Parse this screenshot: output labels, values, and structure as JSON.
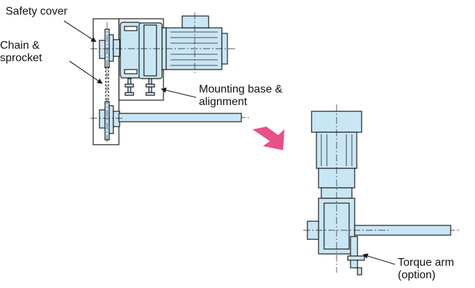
{
  "labels": {
    "safety_cover": "Safety cover",
    "chain_sprocket_line1": "Chain &",
    "chain_sprocket_line2": "sprocket",
    "mounting_base_line1": "Mounting base &",
    "mounting_base_line2": "alignment",
    "torque_arm_line1": "Torque arm",
    "torque_arm_line2": "(option)"
  },
  "colors": {
    "part_fill": "#c9e6f5",
    "outline": "#1a1a1a",
    "arrow": "#e8508a",
    "background": "#ffffff"
  }
}
